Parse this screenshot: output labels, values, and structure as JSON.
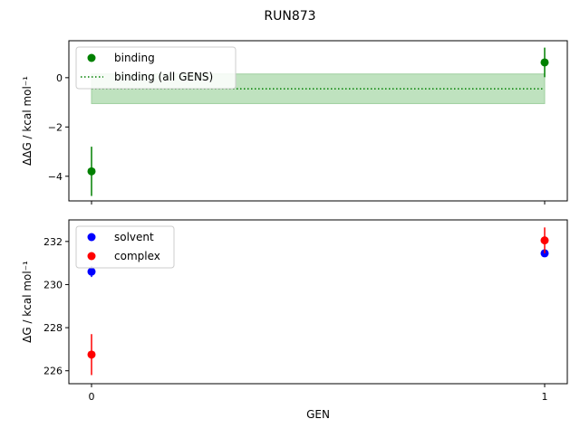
{
  "figure": {
    "title": "RUN873",
    "xlabel": "GEN"
  },
  "chart_data": [
    {
      "type": "scatter",
      "panel": "top",
      "ylabel": "ΔΔG / kcal mol⁻¹",
      "xlim": [
        -0.05,
        1.05
      ],
      "ylim": [
        -5.0,
        1.5
      ],
      "xticks": [
        0,
        1
      ],
      "yticks": [
        -4,
        -2,
        0
      ],
      "grid": false,
      "legend": "top-left",
      "series": [
        {
          "name": "binding",
          "color": "#008000",
          "x": [
            0,
            1
          ],
          "y": [
            -3.8,
            0.62
          ],
          "yerr": [
            1.0,
            0.6
          ]
        }
      ],
      "overall": {
        "name": "binding (all GENS)",
        "color": "#008000",
        "value": -0.45,
        "band": [
          -1.05,
          0.15
        ],
        "band_color": "#bfe2bf",
        "x_range": [
          0,
          1
        ]
      }
    },
    {
      "type": "scatter",
      "panel": "bottom",
      "ylabel": "ΔG / kcal mol⁻¹",
      "xlim": [
        -0.05,
        1.05
      ],
      "ylim": [
        225.4,
        233.0
      ],
      "xticks": [
        0,
        1
      ],
      "yticks": [
        226,
        228,
        230,
        232
      ],
      "grid": false,
      "legend": "top-left",
      "series": [
        {
          "name": "solvent",
          "color": "#0000ff",
          "x": [
            0,
            1
          ],
          "y": [
            230.6,
            231.45
          ],
          "yerr": [
            0.25,
            0.1
          ]
        },
        {
          "name": "complex",
          "color": "#ff0000",
          "x": [
            0,
            1
          ],
          "y": [
            226.75,
            232.05
          ],
          "yerr": [
            0.95,
            0.6
          ]
        }
      ]
    }
  ]
}
